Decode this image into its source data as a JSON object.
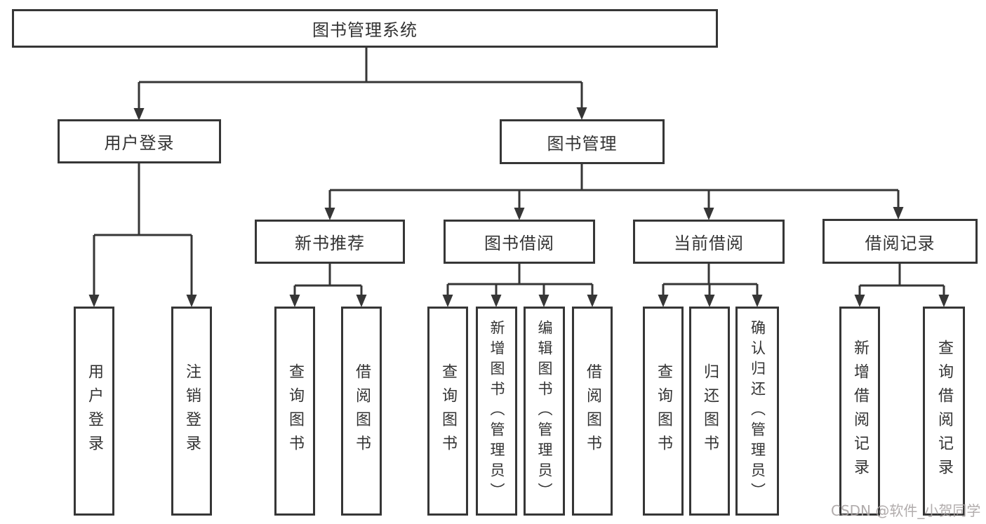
{
  "nodes": {
    "root": {
      "label": "图书管理系统"
    },
    "user_login": {
      "label": "用户登录"
    },
    "book_management": {
      "label": "图书管理"
    },
    "new_book_recommend": {
      "label": "新书推荐"
    },
    "book_borrowing": {
      "label": "图书借阅"
    },
    "current_borrowing": {
      "label": "当前借阅"
    },
    "borrowing_records": {
      "label": "借阅记录"
    },
    "user_login_leaf": {
      "label": "用户登录"
    },
    "logout_leaf": {
      "label": "注销登录"
    },
    "recommend_query_books": {
      "label": "查询图书"
    },
    "recommend_borrow_books": {
      "label": "借阅图书"
    },
    "borrowing_query_books": {
      "label": "查询图书"
    },
    "add_books_admin": {
      "label": "新增图书（管理员）"
    },
    "edit_books_admin": {
      "label": "编辑图书（管理员）"
    },
    "borrowing_borrow_books": {
      "label": "借阅图书"
    },
    "current_query_books": {
      "label": "查询图书"
    },
    "return_books": {
      "label": "归还图书"
    },
    "confirm_return_admin": {
      "label": "确认归还（管理员）"
    },
    "add_borrow_record": {
      "label": "新增借阅记录"
    },
    "query_borrow_record": {
      "label": "查询借阅记录"
    }
  },
  "watermark": {
    "text": "CSDN @软件_小贺同学"
  },
  "colors": {
    "line": "#363636",
    "box_border": "#363636",
    "text": "#333333",
    "watermark": "#a8a3a3",
    "background": "#ffffff"
  }
}
